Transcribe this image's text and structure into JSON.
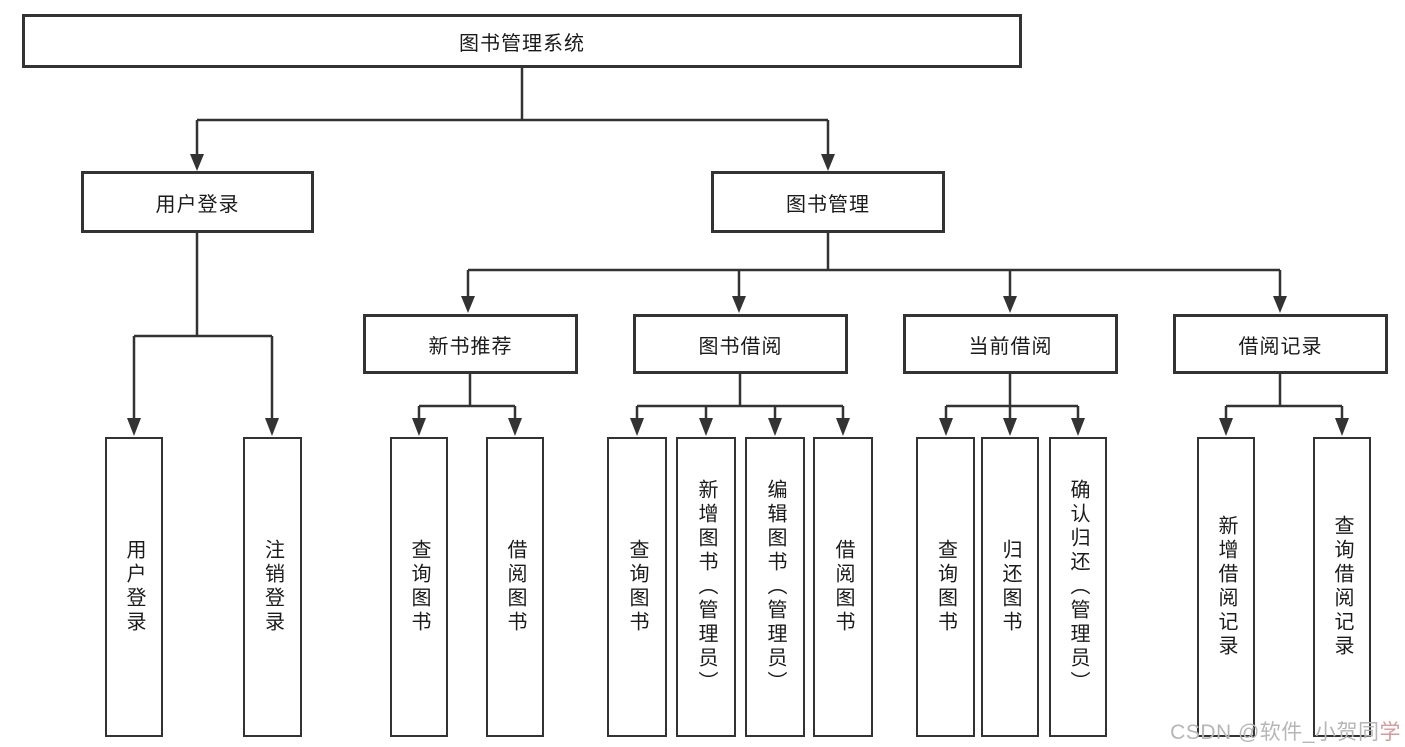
{
  "tree": {
    "label": "图书管理系统",
    "children": [
      {
        "label": "用户登录",
        "children": [
          {
            "label": "用户登录"
          },
          {
            "label": "注销登录"
          }
        ]
      },
      {
        "label": "图书管理",
        "children": [
          {
            "label": "新书推荐",
            "children": [
              {
                "label": "查询图书"
              },
              {
                "label": "借阅图书"
              }
            ]
          },
          {
            "label": "图书借阅",
            "children": [
              {
                "label": "查询图书"
              },
              {
                "label": "新增图书（管理员）"
              },
              {
                "label": "编辑图书（管理员）"
              },
              {
                "label": "借阅图书"
              }
            ]
          },
          {
            "label": "当前借阅",
            "children": [
              {
                "label": "查询图书"
              },
              {
                "label": "归还图书"
              },
              {
                "label": "确认归还（管理员）"
              }
            ]
          },
          {
            "label": "借阅记录",
            "children": [
              {
                "label": "新增借阅记录"
              },
              {
                "label": "查询借阅记录"
              }
            ]
          }
        ]
      }
    ]
  },
  "watermark": {
    "prefix": "CSDN @软件_小贺同",
    "accent": "学"
  },
  "colors": {
    "line": "#333333",
    "box_border": "#333333",
    "background": "#ffffff",
    "text": "#1b1b1b",
    "watermark": "#b6b6b6"
  }
}
